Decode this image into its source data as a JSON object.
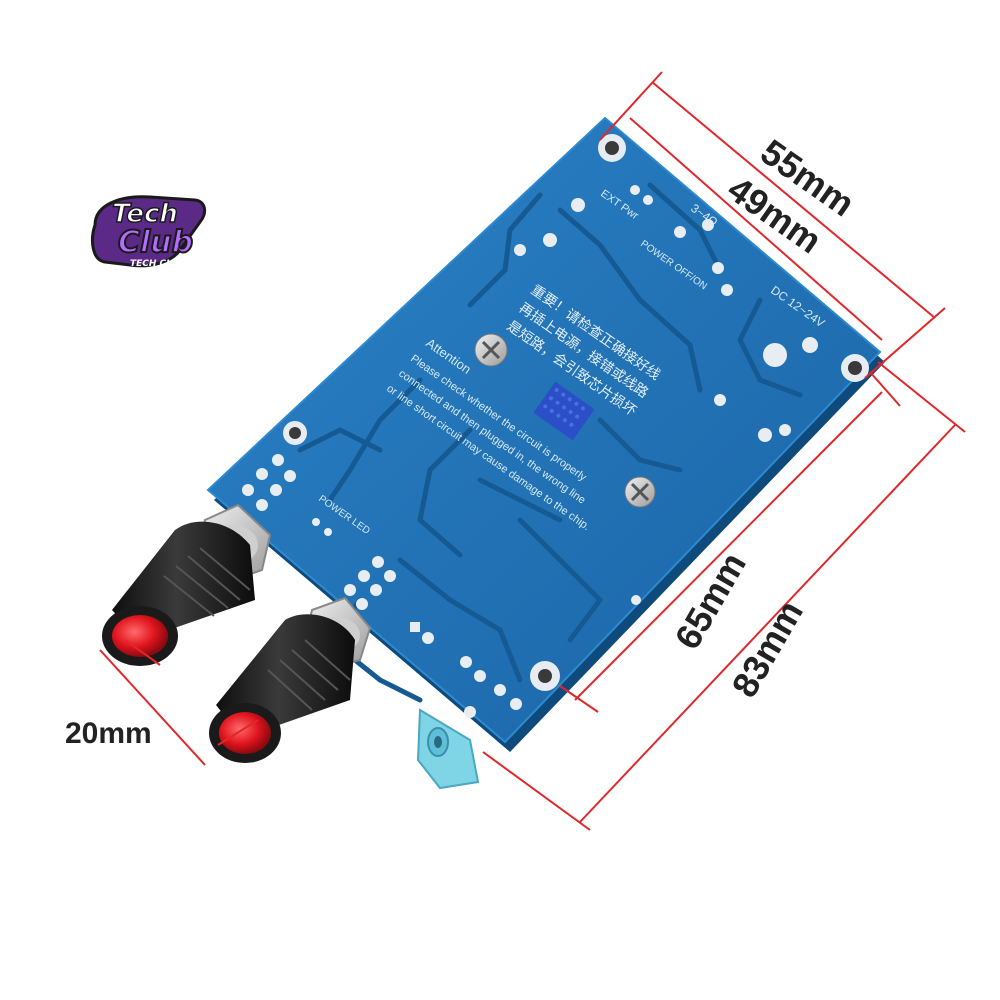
{
  "logo": {
    "line1": "Tech",
    "line2": "Club",
    "tagline": "TECH CLUB"
  },
  "dimensions": {
    "width_outer": "55mm",
    "width_inner": "49mm",
    "length_inner": "65mm",
    "length_outer": "83mm",
    "knob_spacing": "20mm"
  },
  "pcb_silkscreen": {
    "ext_power": "EXT Pwr",
    "impedance": "3~4Ω",
    "power_switch": "POWER OFF/ON",
    "dc_input": "DC 12~24V",
    "warning_cn_line1": "重要！请检查正确接好线",
    "warning_cn_line2": "再插上电源，接错或线路",
    "warning_cn_line3": "是短路，会引致芯片损坏",
    "attention_title": "Attention",
    "attention_line1": "Please check whether the circuit is properly",
    "attention_line2": "connected and then plugged in, the wrong line",
    "attention_line3": "or line short circuit may cause damage to the chip.",
    "power_led": "POWER LED"
  },
  "colors": {
    "pcb": "#1d6fb3",
    "pcb_dark": "#155a93",
    "dimension_line": "#e0282c",
    "knob": "#1c1c1c",
    "knob_cap": "#d9141e",
    "jack": "#7fd4e6"
  }
}
